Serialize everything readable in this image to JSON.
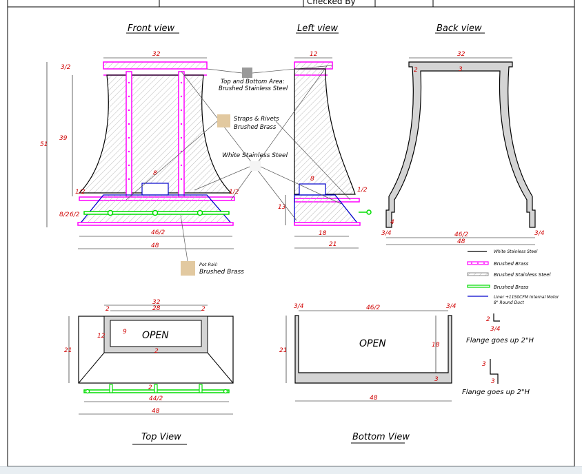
{
  "title_block": {
    "checked_by": "Checked By"
  },
  "views": {
    "front": "Front view",
    "left": "Left view",
    "back": "Back view",
    "top": "Top View",
    "bottom": "Bottom View"
  },
  "callouts": {
    "top_bottom_area_1": "Top and Bottom Area:",
    "top_bottom_area_2": "Brushed Stainless Steel",
    "straps_1": "Straps & Rivets",
    "straps_2": "Brushed Brass",
    "white_ss": "White Stainless Steel",
    "pot_rail_1": "Pot Rail:",
    "pot_rail_2": "Brushed Brass"
  },
  "legend": [
    {
      "label": "White Stainless Steel",
      "color": "#000000",
      "style": "line"
    },
    {
      "label": "Brushed Brass",
      "color": "#ff00ff",
      "style": "rivet-strap"
    },
    {
      "label": "Brushed Stainless Steel",
      "color": "#888888",
      "style": "hatched"
    },
    {
      "label": "Brushed Brass",
      "color": "#00dd00",
      "style": "rail"
    },
    {
      "label": "Liner +1150CFM Internal Motor",
      "label2": "8\" Round Duct",
      "color": "#0000cc",
      "style": "line"
    }
  ],
  "dims": {
    "front_top_width": "32",
    "front_top_thick": "3/2",
    "front_height_main": "39",
    "front_height_total": "51",
    "front_duct": "8",
    "front_half_left": "1/2",
    "front_half_right": "1/2",
    "front_lower_a": "8/2",
    "front_lower_b": "6/2",
    "front_base_inner": "46/2",
    "front_base": "48",
    "left_top": "12",
    "left_duct": "8",
    "left_half": "1/2",
    "left_height": "13",
    "left_base_inner": "18",
    "left_base": "21",
    "back_top": "32",
    "back_corner": "2",
    "back_center": "3",
    "back_leg": "4",
    "back_quarter_left": "3/4",
    "back_quarter_right": "3/4",
    "back_base_inner": "46/2",
    "back_base": "48",
    "top_32": "32",
    "top_28": "28",
    "top_2_left": "2",
    "top_2_right": "2",
    "top_12": "12",
    "top_9": "9",
    "top_2_mid": "2",
    "top_21": "21",
    "top_2_rail": "2",
    "top_44": "44/2",
    "top_48": "48",
    "bottom_left_q": "3/4",
    "bottom_right_q": "3/4",
    "bottom_46": "46/2",
    "bottom_21": "21",
    "bottom_18": "18",
    "bottom_3": "3",
    "bottom_48": "48",
    "flange_2": "2",
    "flange_q": "3/4",
    "flange_3a": "3",
    "flange_3b": "3"
  },
  "labels": {
    "open_top": "OPEN",
    "open_bottom": "OPEN",
    "flange_1": "Flange goes up 2\"H",
    "flange_2": "Flange goes up 2\"H"
  },
  "colors": {
    "dimension": "#d00000",
    "brass_strap": "#ff00ff",
    "pot_rail": "#00dd00",
    "liner": "#0000cc",
    "stainless_fill": "#d4d4d4",
    "swatch_brass": "#e2c9a0"
  }
}
